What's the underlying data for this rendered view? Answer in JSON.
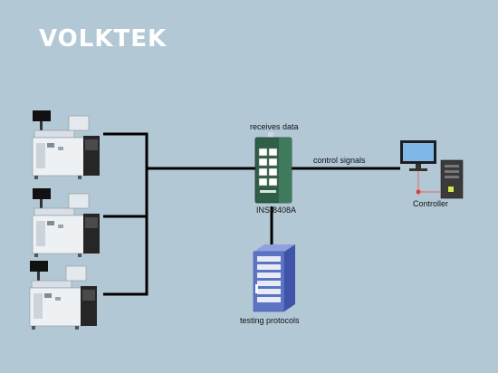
{
  "brand": {
    "logo_text": "VOLKTEK"
  },
  "colors": {
    "background": "#b3c8d5",
    "line": "#000000",
    "switch_body": "#2f5f47",
    "server_body": "#5d73c4",
    "controller_screen": "#7fb7e8"
  },
  "labels": {
    "switch_top": "receives data",
    "switch_model": "INS-8408A",
    "control_signals": "control signals",
    "controller": "Controller",
    "server": "testing protocols"
  },
  "icons": {
    "machines": "industrial-test-machine-icon",
    "switch": "ethernet-switch-icon",
    "server": "server-rack-icon",
    "controller": "desktop-computer-icon"
  }
}
